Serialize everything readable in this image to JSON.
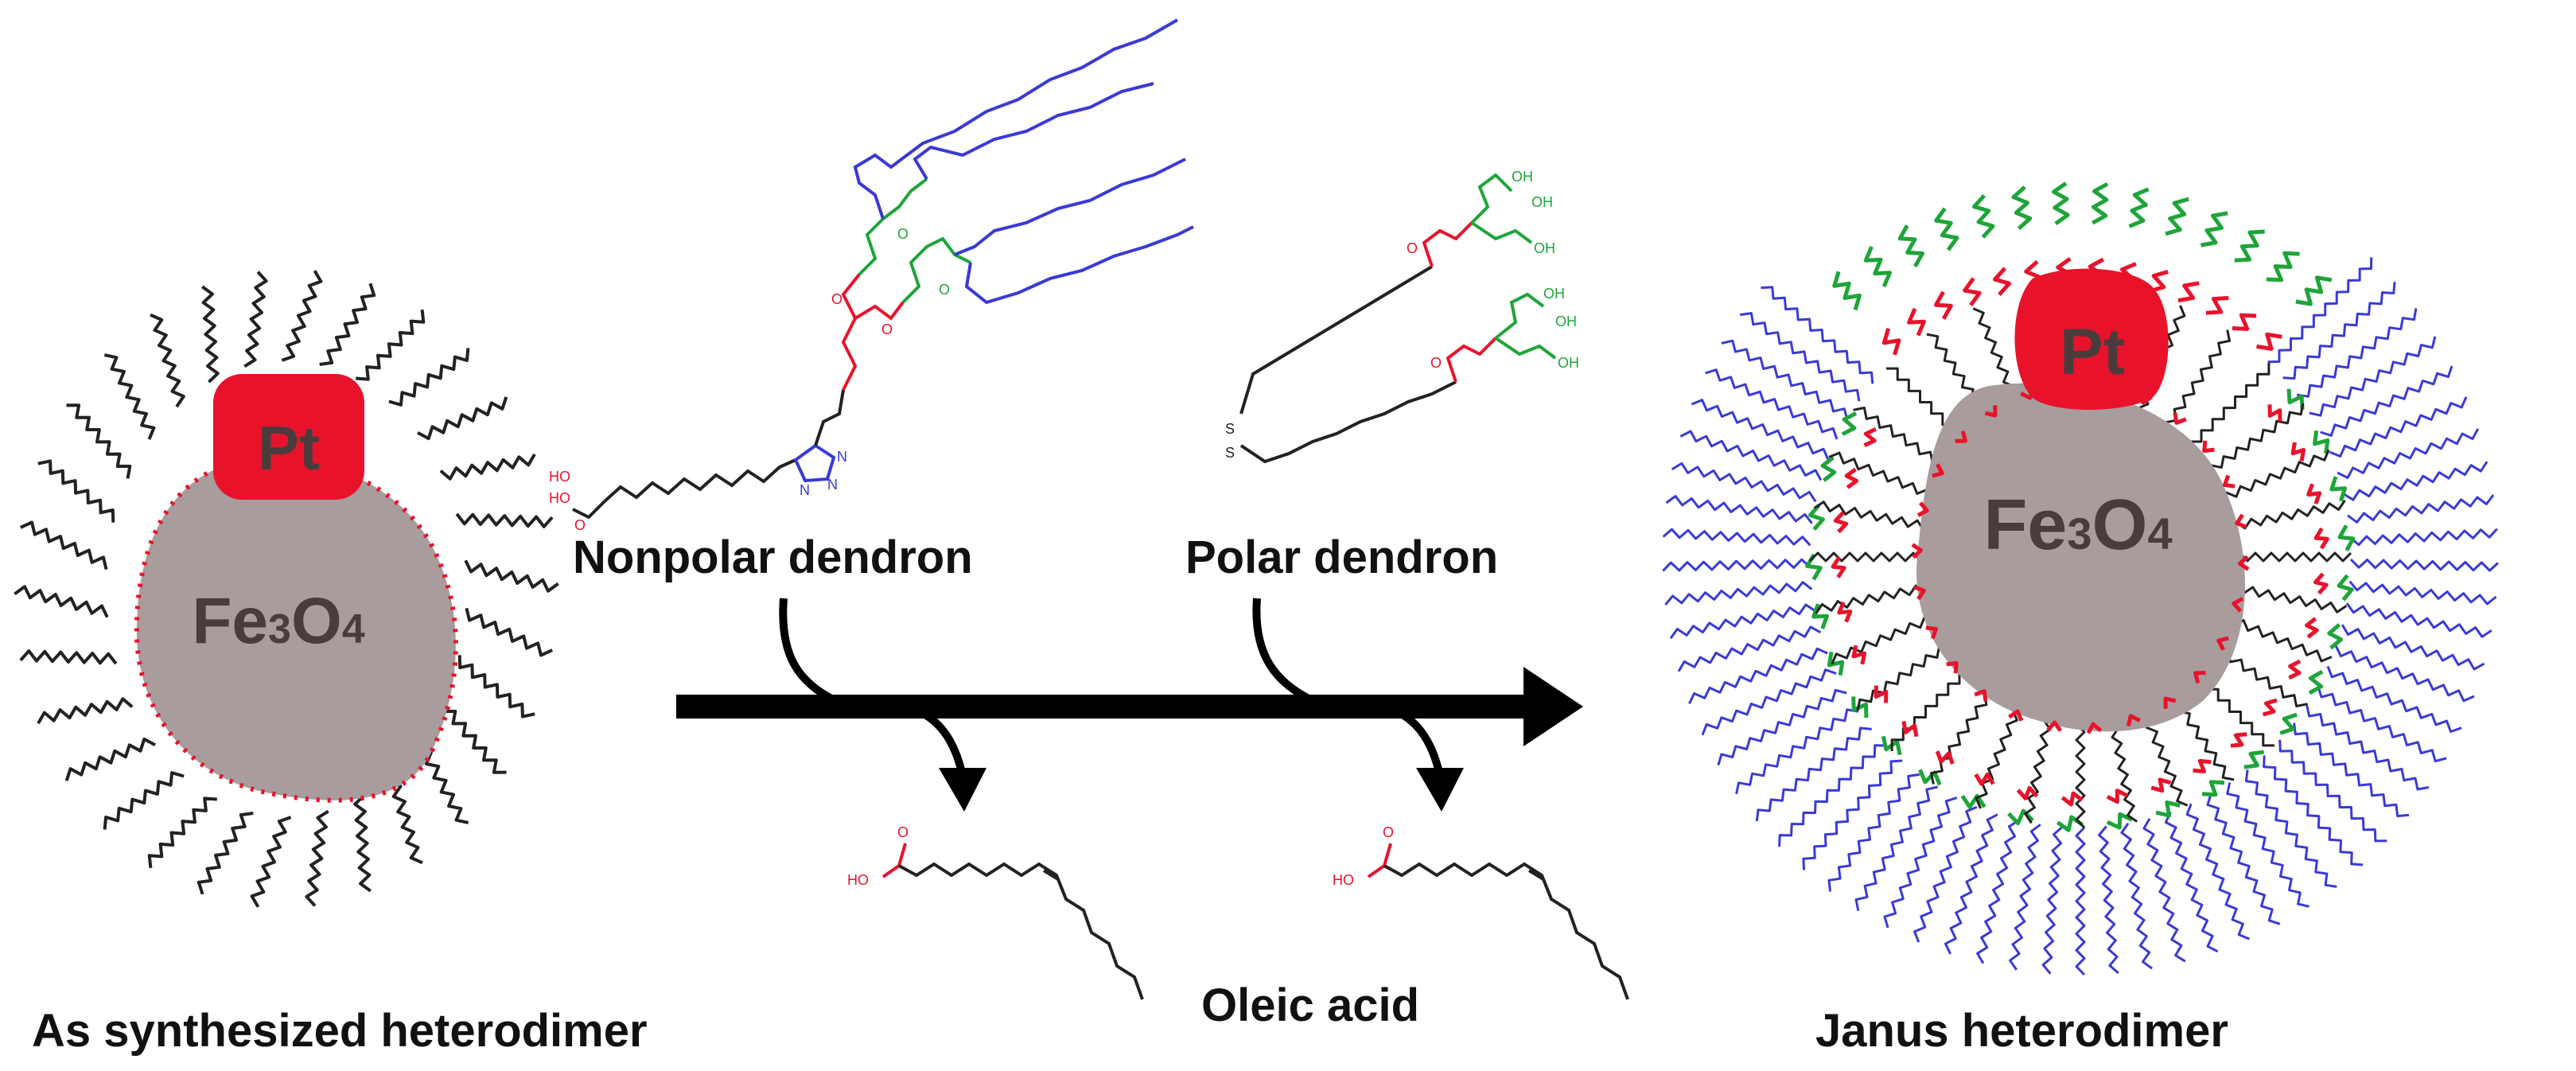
{
  "labels": {
    "left_caption": "As synthesized heterodimer",
    "right_caption": "Janus heterodimer",
    "nonpolar": "Nonpolar dendron",
    "polar": "Polar dendron",
    "oleic": "Oleic acid"
  },
  "particle": {
    "pt": "Pt",
    "fe_main": "Fe",
    "fe_sub3": "3",
    "fe_o": "O",
    "fe_sub4": "4"
  },
  "chem_atoms": {
    "oh": "OH",
    "ho": "HO",
    "o": "O",
    "n": "N",
    "s": "S"
  },
  "colors": {
    "pt_red": "#e8132b",
    "fe_gray": "#a89c9d",
    "text_dark": "#4a3c3d",
    "chain_black": "#222222",
    "nonpolar_blue": "#3a3ad6",
    "polar_green": "#1fa43a",
    "core_red": "#e8132b",
    "oleic_red": "#e8132b"
  }
}
